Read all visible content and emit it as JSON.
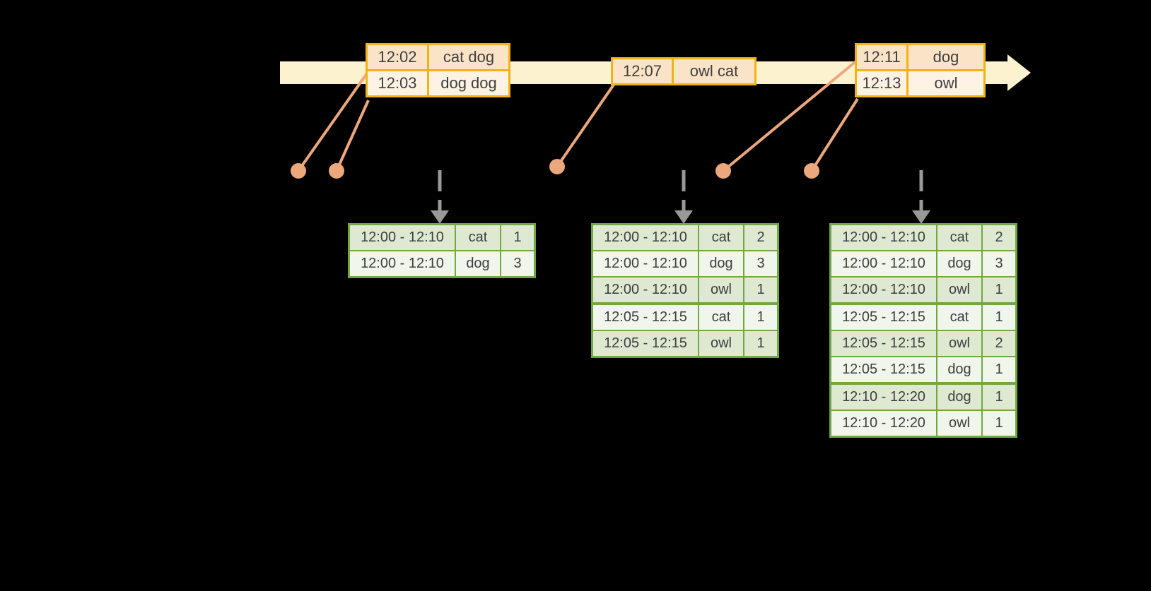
{
  "palette": {
    "canvas_bg": "#000000",
    "timeline_fill": "#fdf2d0",
    "event_border": "#f0b214",
    "event_row_dark": "#fbe3c7",
    "event_row_light": "#fdf2e3",
    "connector": "#eda77c",
    "trigger_arrow_gray": "#999999",
    "result_border": "#72a843",
    "result_row_dark": "#dfe9d2",
    "result_row_light": "#f1f6ec",
    "text": "#3e3e3e"
  },
  "timeline": {
    "event_tables": [
      {
        "rows": [
          [
            "12:02",
            "cat dog"
          ],
          [
            "12:03",
            "dog dog"
          ]
        ]
      },
      {
        "rows": [
          [
            "12:07",
            "owl cat"
          ]
        ]
      },
      {
        "rows": [
          [
            "12:11",
            "dog"
          ],
          [
            "12:13",
            "owl"
          ]
        ]
      }
    ]
  },
  "result_tables": [
    {
      "rows": [
        [
          "12:00 - 12:10",
          "cat",
          "1"
        ],
        [
          "12:00 - 12:10",
          "dog",
          "3"
        ]
      ]
    },
    {
      "rows": [
        [
          "12:00 - 12:10",
          "cat",
          "2"
        ],
        [
          "12:00 - 12:10",
          "dog",
          "3"
        ],
        [
          "12:00 - 12:10",
          "owl",
          "1"
        ],
        [
          "12:05 - 12:15",
          "cat",
          "1"
        ],
        [
          "12:05 - 12:15",
          "owl",
          "1"
        ]
      ]
    },
    {
      "rows": [
        [
          "12:00 - 12:10",
          "cat",
          "2"
        ],
        [
          "12:00 - 12:10",
          "dog",
          "3"
        ],
        [
          "12:00 - 12:10",
          "owl",
          "1"
        ],
        [
          "12:05 - 12:15",
          "cat",
          "1"
        ],
        [
          "12:05 - 12:15",
          "owl",
          "2"
        ],
        [
          "12:05 - 12:15",
          "dog",
          "1"
        ],
        [
          "12:10 - 12:20",
          "dog",
          "1"
        ],
        [
          "12:10 - 12:20",
          "owl",
          "1"
        ]
      ]
    }
  ]
}
